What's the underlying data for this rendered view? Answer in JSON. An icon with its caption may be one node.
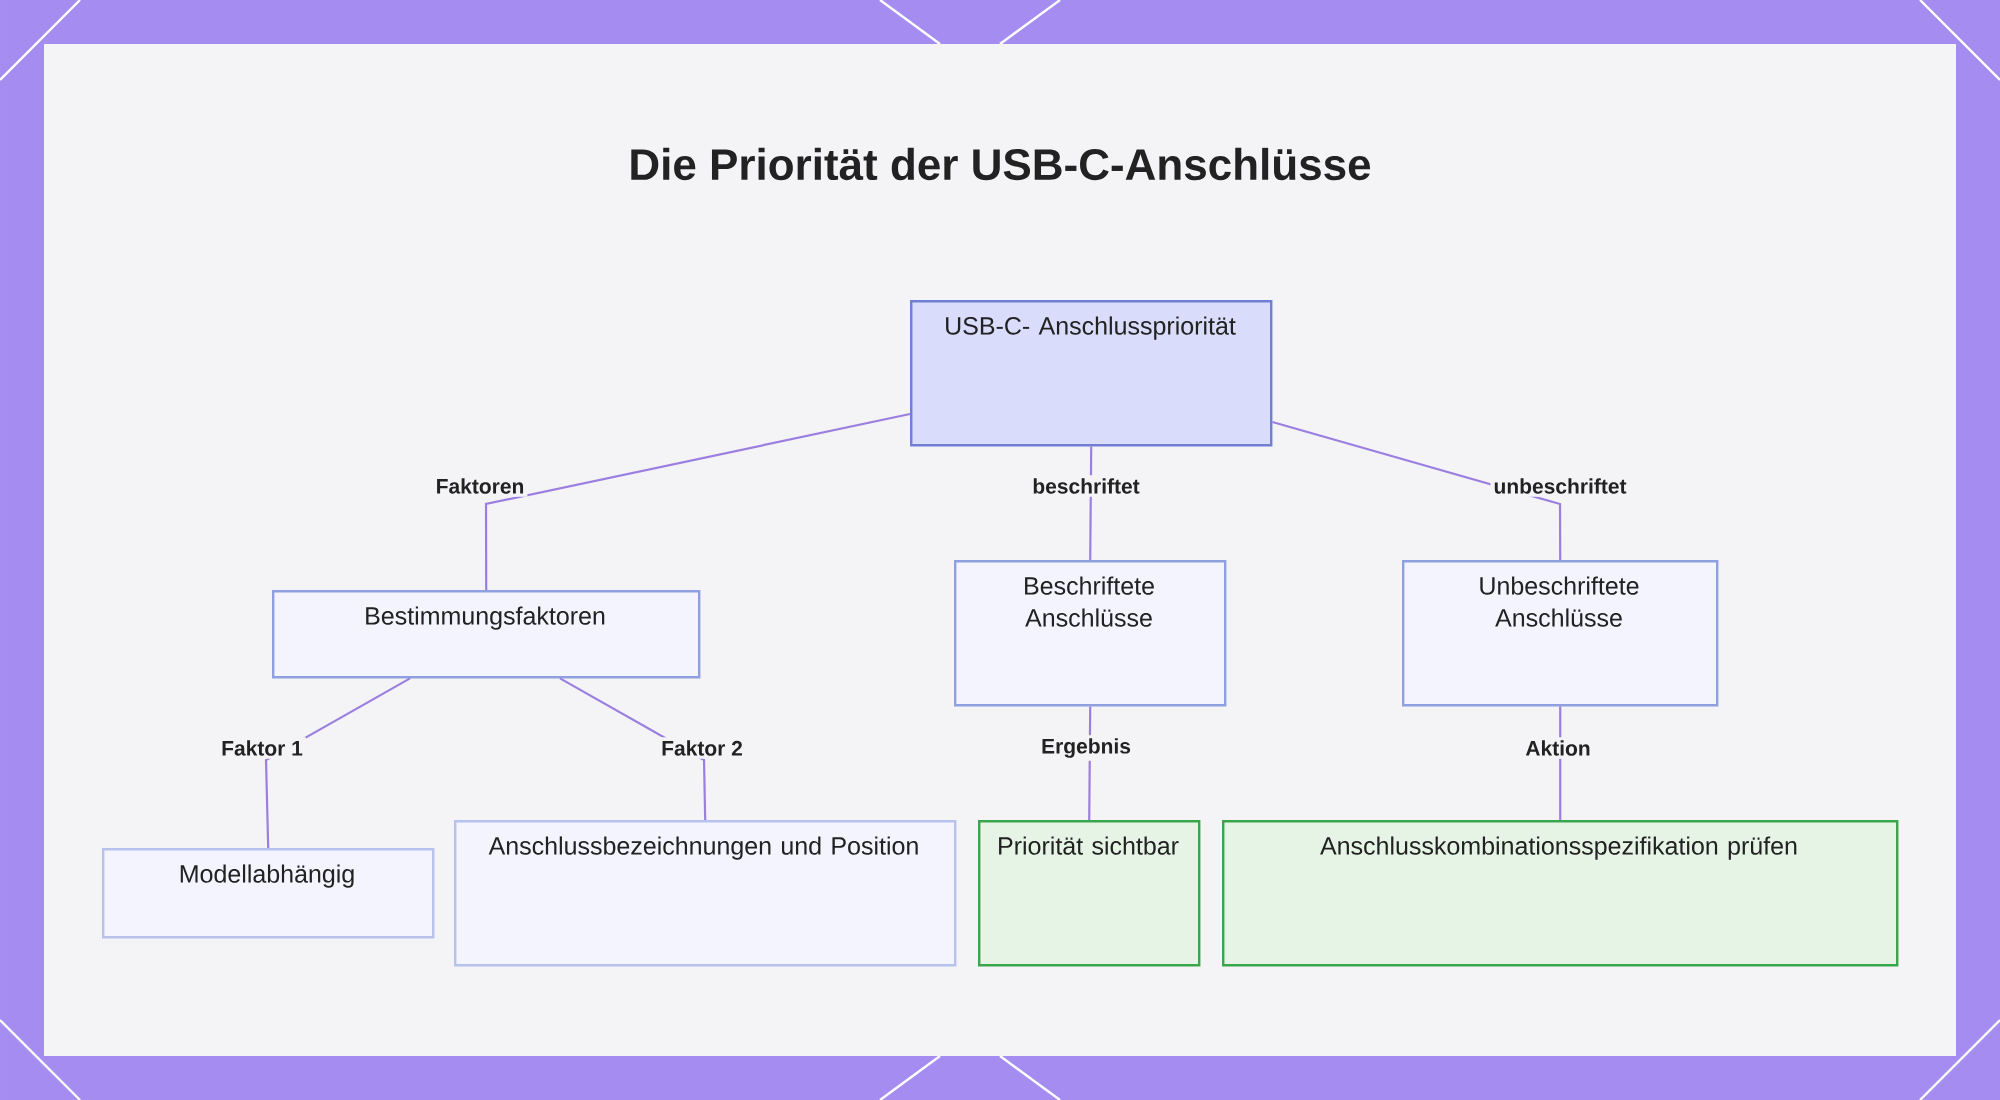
{
  "diagram": {
    "title": "Die Priorität der USB-C-Anschlüsse",
    "nodes": [
      {
        "text": [
          "USB-C- Anschlusspriorität"
        ]
      },
      {
        "text": [
          "Bestimmungsfaktoren"
        ]
      },
      {
        "text": [
          "Beschriftete Anschlüsse"
        ]
      },
      {
        "text": [
          "Unbeschriftete Anschlüsse"
        ]
      },
      {
        "text": [
          "Modellabhängig"
        ]
      },
      {
        "text": [
          "Anschlussbezeichnungen und Position"
        ]
      },
      {
        "text": [
          "Priorität sichtbar"
        ]
      },
      {
        "text": [
          "Anschlusskombinationsspezifikation prüfen"
        ]
      }
    ],
    "edges": [
      {
        "from": 0,
        "to": 1,
        "arrow": "none",
        "label": "Faktoren"
      },
      {
        "from": 0,
        "to": 2,
        "arrow": "none",
        "label": "beschriftet"
      },
      {
        "from": 0,
        "to": 3,
        "arrow": "none",
        "label": "unbeschriftet"
      },
      {
        "from": 1,
        "to": 4,
        "arrow": "none",
        "label": "Faktor 1"
      },
      {
        "from": 1,
        "to": 5,
        "arrow": "none",
        "label": "Faktor 2"
      },
      {
        "from": 2,
        "to": 6,
        "arrow": "none",
        "label": "Ergebnis"
      },
      {
        "from": 3,
        "to": 7,
        "arrow": "none",
        "label": "Aktion"
      }
    ]
  }
}
